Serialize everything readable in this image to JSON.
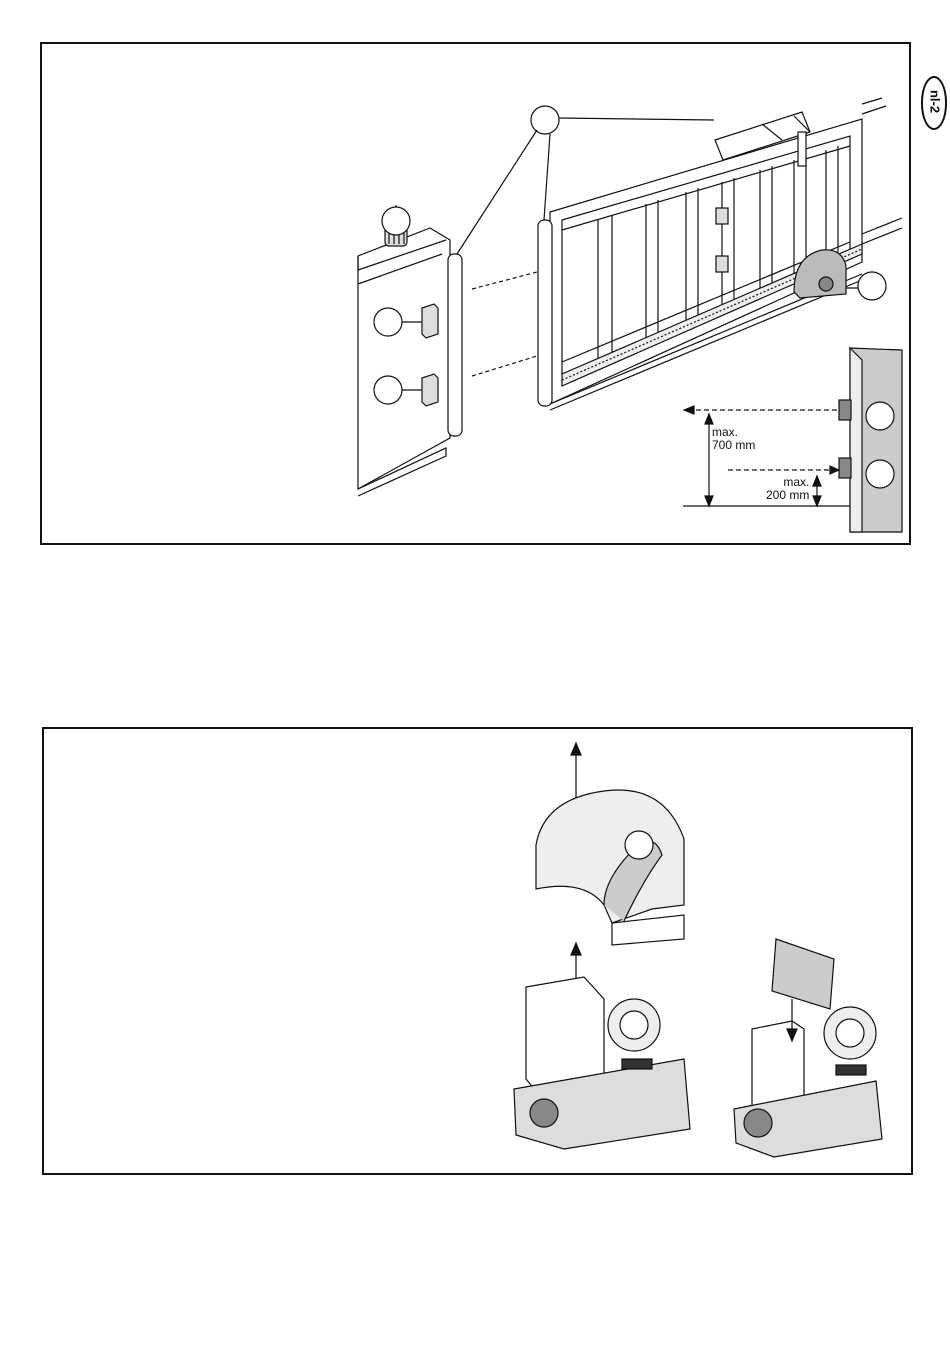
{
  "page_number": "nl-2",
  "figure1": {
    "dimension_upper": "max.\n700 mm",
    "dimension_lower": "max.\n200 mm",
    "callouts": [
      "",
      "",
      "",
      "",
      "",
      "",
      ""
    ]
  },
  "figure2": {},
  "icons": [
    "flashing-light-icon",
    "photocell-icon",
    "gearmotor-icon",
    "arrow-up-icon",
    "arrow-down-icon",
    "control-board-icon"
  ]
}
